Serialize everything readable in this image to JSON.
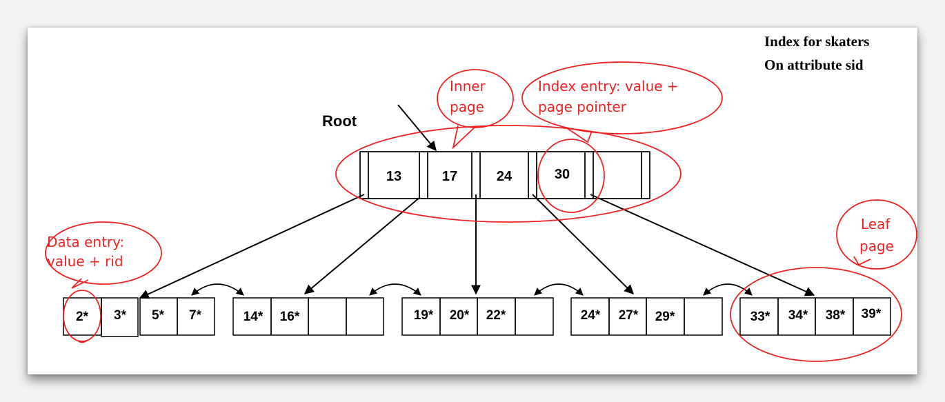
{
  "title": [
    "Index for skaters",
    "On attribute sid"
  ],
  "root_label": "Root",
  "annotations": {
    "inner_page": [
      "Inner",
      "page"
    ],
    "index_entry": [
      "Index entry: value +",
      "page pointer"
    ],
    "data_entry": [
      "Data entry:",
      "value + rid"
    ],
    "leaf_page": [
      "Leaf",
      "page"
    ]
  },
  "root_keys": [
    "13",
    "17",
    "24",
    "30"
  ],
  "leaf_pages": [
    [
      "2*",
      "3*",
      "5*",
      "7*"
    ],
    [
      "14*",
      "16*",
      "",
      ""
    ],
    [
      "19*",
      "20*",
      "22*",
      ""
    ],
    [
      "24*",
      "27*",
      "29*",
      ""
    ],
    [
      "33*",
      "34*",
      "38*",
      "39*"
    ]
  ],
  "colors": {
    "annotation": "#ee2222",
    "ink": "#000000",
    "background": "#ffffff"
  }
}
